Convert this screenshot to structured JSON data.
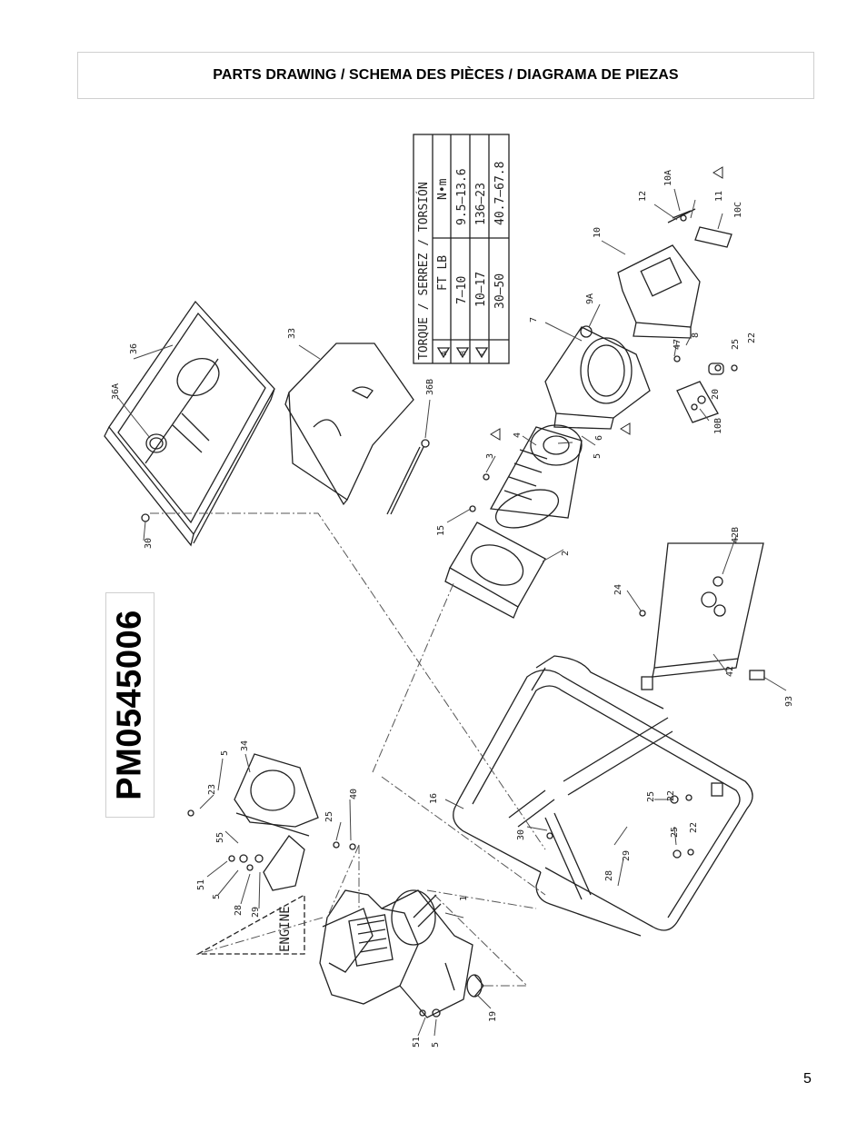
{
  "header": {
    "title": "PARTS DRAWING / SCHEMA DES PIÈCES / DIAGRAMA DE PIEZAS"
  },
  "model_number": "PM0545006",
  "page_number": "5",
  "torque_table": {
    "title": "TORQUE / SERREZ / TORSIÓN",
    "columns": [
      "",
      "FT LB",
      "N•m"
    ],
    "rows": [
      {
        "symbol": "A",
        "ft_lb": "7–10",
        "nm": "9.5–13.6"
      },
      {
        "symbol": "B",
        "ft_lb": "10–17",
        "nm": "136–23"
      },
      {
        "symbol": "C",
        "ft_lb": "30–50",
        "nm": "40.7–67.8"
      }
    ]
  },
  "callouts": {
    "c1": "1",
    "c2": "2",
    "c3": "3",
    "c4": "4",
    "c5a": "5",
    "c5b": "5",
    "c5c": "5",
    "c6": "6",
    "c7": "7",
    "c8": "8",
    "c9a": "9A",
    "c10": "10",
    "c10a": "10A",
    "c10b": "10B",
    "c10c": "10C",
    "c11": "11",
    "c12": "12",
    "c15": "15",
    "c16": "16",
    "c19": "19",
    "c20": "20",
    "c22a": "22",
    "c22b": "22",
    "c22c": "22",
    "c23": "23",
    "c24": "24",
    "c25a": "25",
    "c25b": "25",
    "c25c": "25",
    "c25d": "25",
    "c28a": "28",
    "c28b": "28",
    "c29a": "29",
    "c29b": "29",
    "c30a": "30",
    "c30b": "30",
    "c33": "33",
    "c34": "34",
    "c36": "36",
    "c36a": "36A",
    "c36b": "36B",
    "c40": "40",
    "c42": "42",
    "c42b": "42B",
    "c47": "47",
    "c51a": "51",
    "c51b": "51",
    "c55": "55",
    "c93": "93"
  },
  "engine_label": "ENGINE"
}
